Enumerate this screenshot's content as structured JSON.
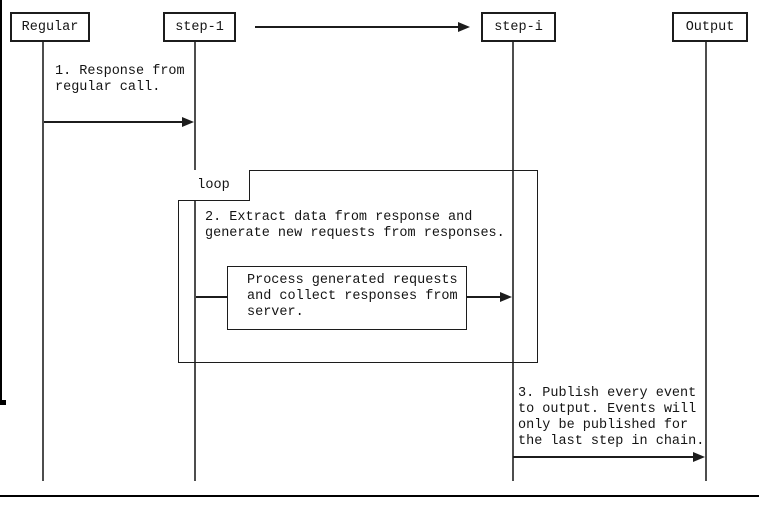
{
  "actors": [
    {
      "label": "Regular"
    },
    {
      "label": "step-1"
    },
    {
      "label": "step-i"
    },
    {
      "label": "Output"
    }
  ],
  "loop": {
    "label": "loop"
  },
  "messages": {
    "msg1": "1. Response from\nregular call.",
    "msg2": "2. Extract data from response and\ngenerate new requests from responses.",
    "process": "Process generated requests\nand collect responses from\nserver.",
    "msg3": "3. Publish every event\nto output. Events will\nonly be published for\nthe last step in chain."
  },
  "colors": {
    "line": "#1c1c1c",
    "lifeline": "#4d4d4d",
    "background": "#ffffff",
    "text": "#141414",
    "edge_artifact": "#000000"
  }
}
